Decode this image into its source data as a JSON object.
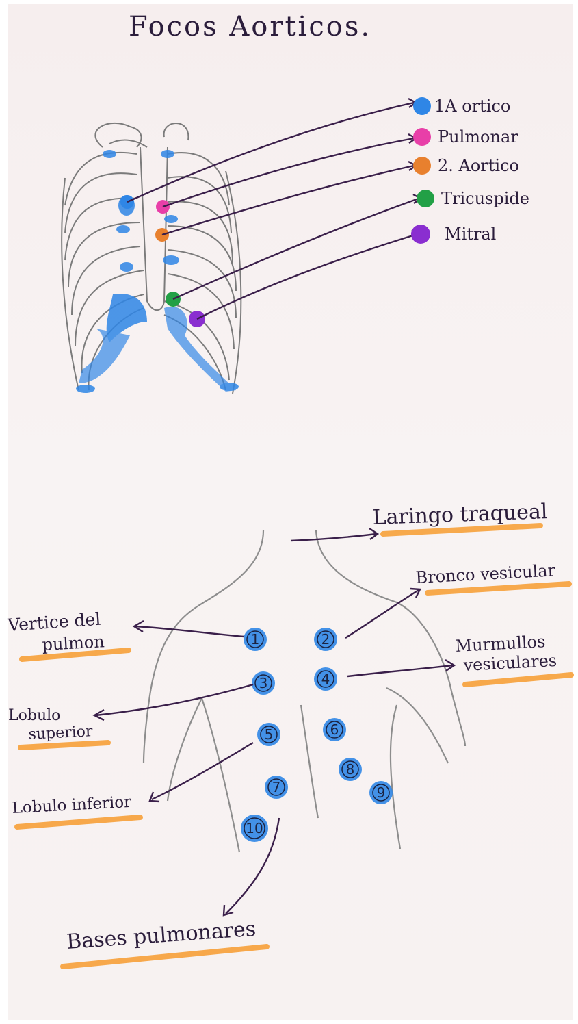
{
  "title": "Focos Aorticos.",
  "colors": {
    "paper": "#f7f1f1",
    "ink": "#2b1d3b",
    "rib_blue": "#2f86e6",
    "highlight": "#f7a13a",
    "aortico": "#2f86e6",
    "pulmonar": "#e83fa8",
    "aortico2": "#e8802e",
    "tricuspide": "#22a046",
    "mitral": "#8a2ed0"
  },
  "foci_legend": [
    {
      "label": "1A ortico",
      "color": "#2f86e6"
    },
    {
      "label": "Pulmonar",
      "color": "#e83fa8"
    },
    {
      "label": "2. Aortico",
      "color": "#e8802e"
    },
    {
      "label": "Tricuspide",
      "color": "#22a046"
    },
    {
      "label": "Mitral",
      "color": "#8a2ed0"
    }
  ],
  "back_labels": {
    "laringo": "Laringo traqueal",
    "bronco": "Bronco vesicular",
    "vertice_1": "Vertice del",
    "vertice_2": "pulmon",
    "murmullos_1": "Murmullos",
    "murmullos_2": "vesiculares",
    "lobulo_sup_1": "Lobulo",
    "lobulo_sup_2": "superior",
    "lobulo_inf": "Lobulo inferior",
    "bases": "Bases pulmonares"
  },
  "points": [
    "1",
    "2",
    "3",
    "4",
    "5",
    "6",
    "7",
    "8",
    "9",
    "10"
  ]
}
